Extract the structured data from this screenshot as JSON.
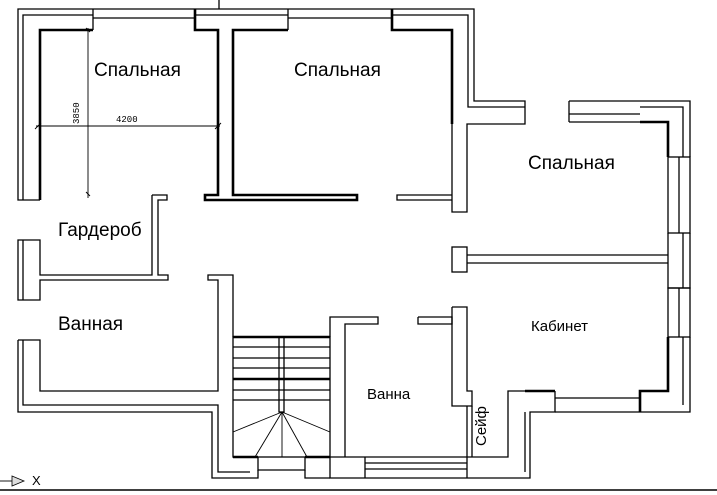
{
  "rooms": {
    "bedroom_1": "Спальная",
    "bedroom_2": "Спальная",
    "bedroom_3": "Спальная",
    "wardrobe": "Гардероб",
    "bathroom_1": "Ванная",
    "bathroom_2": "Ванна",
    "study": "Кабинет",
    "safe": "Сейф"
  },
  "dimensions": {
    "width": "4200",
    "height": "3850"
  },
  "axis": {
    "x_label": "X"
  }
}
